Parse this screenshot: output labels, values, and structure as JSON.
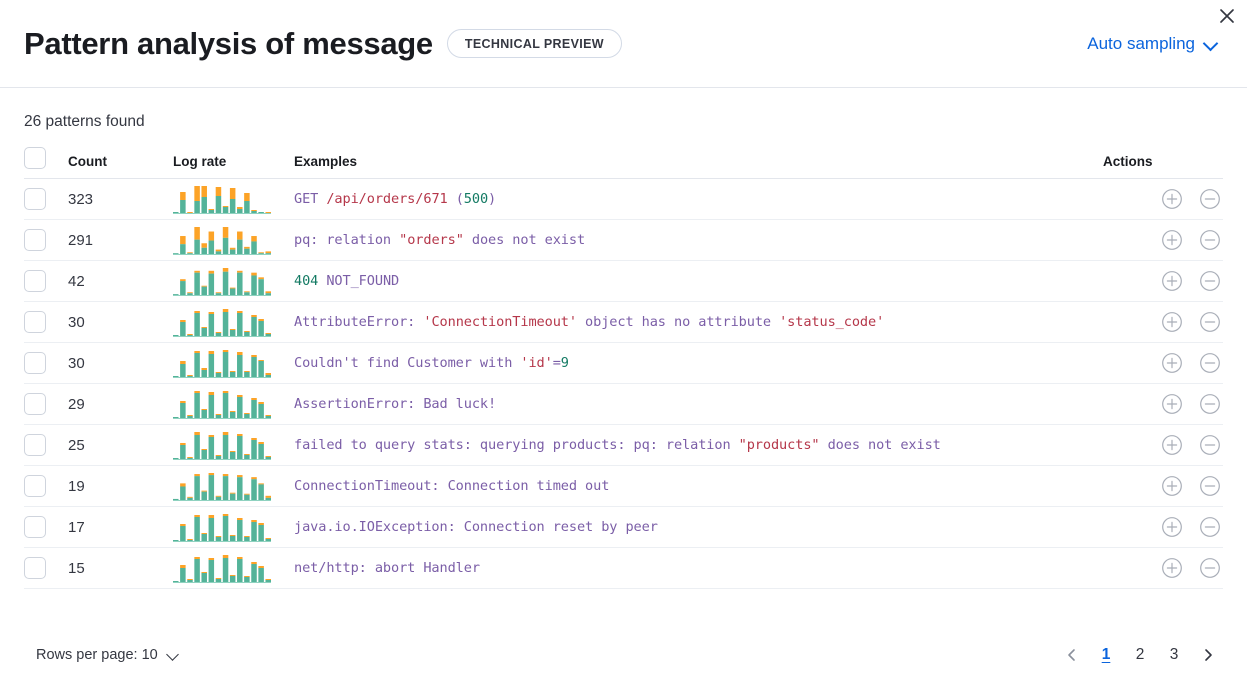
{
  "header": {
    "title": "Pattern analysis of message",
    "badge": "TECHNICAL PREVIEW",
    "sampling_label": "Auto sampling",
    "sampling_icon": "chevron-down-icon",
    "close_icon": "close-icon"
  },
  "summary": {
    "patterns_found": "26 patterns found"
  },
  "table": {
    "columns": {
      "select": "",
      "count": "Count",
      "log_rate": "Log rate",
      "examples": "Examples",
      "actions": "Actions"
    },
    "action_icons": {
      "add": "plus-circle-icon",
      "remove": "minus-circle-icon"
    },
    "rows": [
      {
        "count": "323",
        "example": "GET /api/orders/671 (500)",
        "tokens": [
          {
            "t": "GET ",
            "k": "base"
          },
          {
            "t": "/api/orders/671",
            "k": "str"
          },
          {
            "t": " (",
            "k": "base"
          },
          {
            "t": "500",
            "k": "num"
          },
          {
            "t": ")",
            "k": "base"
          }
        ],
        "spark": {
          "teal": [
            2,
            14,
            1,
            13,
            17,
            4,
            18,
            7,
            15,
            5,
            13,
            3,
            2,
            1
          ],
          "orange": [
            0,
            8,
            1,
            15,
            11,
            1,
            9,
            1,
            11,
            2,
            8,
            1,
            0,
            1
          ]
        }
      },
      {
        "count": "291",
        "example": "pq: relation \"orders\" does not exist",
        "tokens": [
          {
            "t": "pq: relation ",
            "k": "base"
          },
          {
            "t": "\"orders\"",
            "k": "str"
          },
          {
            "t": " does not exist",
            "k": "base"
          }
        ],
        "spark": {
          "teal": [
            2,
            12,
            2,
            17,
            8,
            16,
            4,
            19,
            6,
            17,
            7,
            15,
            2,
            2
          ],
          "orange": [
            0,
            9,
            1,
            14,
            5,
            10,
            2,
            12,
            2,
            9,
            2,
            6,
            1,
            2
          ]
        }
      },
      {
        "count": "42",
        "example": "404 NOT_FOUND",
        "tokens": [
          {
            "t": "404",
            "k": "num"
          },
          {
            "t": " NOT_FOUND",
            "k": "base"
          }
        ],
        "spark": {
          "teal": [
            2,
            16,
            3,
            25,
            10,
            24,
            3,
            26,
            8,
            25,
            4,
            22,
            18,
            3
          ],
          "orange": [
            0,
            2,
            1,
            2,
            1,
            3,
            1,
            4,
            1,
            2,
            1,
            3,
            2,
            2
          ]
        }
      },
      {
        "count": "30",
        "example": "AttributeError: 'ConnectionTimeout' object has no attribute 'status_code'",
        "tokens": [
          {
            "t": "AttributeError: ",
            "k": "base"
          },
          {
            "t": "'ConnectionTimeout'",
            "k": "str"
          },
          {
            "t": " object has no attribute ",
            "k": "base"
          },
          {
            "t": "'status_code'",
            "k": "str"
          }
        ],
        "spark": {
          "teal": [
            2,
            15,
            2,
            24,
            9,
            23,
            4,
            25,
            7,
            24,
            5,
            20,
            16,
            3
          ],
          "orange": [
            0,
            2,
            1,
            2,
            1,
            2,
            1,
            3,
            1,
            2,
            1,
            2,
            2,
            1
          ]
        }
      },
      {
        "count": "30",
        "example": "Couldn't find Customer with 'id'=9",
        "tokens": [
          {
            "t": "Couldn't find Customer with ",
            "k": "base"
          },
          {
            "t": "'id'",
            "k": "str"
          },
          {
            "t": "=",
            "k": "base"
          },
          {
            "t": "9",
            "k": "num"
          }
        ],
        "spark": {
          "teal": [
            2,
            14,
            2,
            25,
            8,
            24,
            5,
            26,
            6,
            23,
            6,
            21,
            17,
            3
          ],
          "orange": [
            0,
            3,
            1,
            2,
            2,
            3,
            1,
            2,
            1,
            3,
            1,
            2,
            1,
            2
          ]
        }
      },
      {
        "count": "29",
        "example": "AssertionError: Bad luck!",
        "tokens": [
          {
            "t": "AssertionError: Bad luck!",
            "k": "base"
          }
        ],
        "spark": {
          "teal": [
            2,
            16,
            3,
            26,
            9,
            24,
            4,
            26,
            7,
            22,
            5,
            19,
            15,
            3
          ],
          "orange": [
            0,
            2,
            1,
            2,
            1,
            3,
            1,
            2,
            1,
            2,
            1,
            2,
            2,
            1
          ]
        }
      },
      {
        "count": "25",
        "example": "failed to query stats: querying products: pq: relation \"products\" does not exist",
        "tokens": [
          {
            "t": "failed to query stats: querying products: pq: relation ",
            "k": "base"
          },
          {
            "t": "\"products\"",
            "k": "str"
          },
          {
            "t": " does not exist",
            "k": "base"
          }
        ],
        "spark": {
          "teal": [
            2,
            15,
            2,
            25,
            10,
            23,
            4,
            25,
            8,
            24,
            5,
            20,
            16,
            3
          ],
          "orange": [
            0,
            2,
            1,
            3,
            1,
            2,
            1,
            3,
            1,
            2,
            1,
            2,
            2,
            1
          ]
        }
      },
      {
        "count": "19",
        "example": "ConnectionTimeout: Connection timed out",
        "tokens": [
          {
            "t": "ConnectionTimeout: Connection timed out",
            "k": "base"
          }
        ],
        "spark": {
          "teal": [
            2,
            14,
            3,
            24,
            9,
            25,
            4,
            24,
            7,
            23,
            6,
            21,
            16,
            3
          ],
          "orange": [
            0,
            3,
            1,
            2,
            1,
            2,
            1,
            2,
            1,
            2,
            1,
            2,
            1,
            2
          ]
        }
      },
      {
        "count": "17",
        "example": "java.io.IOException: Connection reset by peer",
        "tokens": [
          {
            "t": "java.io.IOException: Connection reset by peer",
            "k": "base"
          }
        ],
        "spark": {
          "teal": [
            2,
            16,
            2,
            25,
            8,
            24,
            5,
            26,
            6,
            22,
            5,
            20,
            17,
            3
          ],
          "orange": [
            0,
            2,
            1,
            2,
            1,
            3,
            1,
            2,
            1,
            2,
            1,
            2,
            2,
            1
          ]
        }
      },
      {
        "count": "15",
        "example": "net/http: abort Handler",
        "tokens": [
          {
            "t": "net/http: abort Handler",
            "k": "base"
          }
        ],
        "spark": {
          "teal": [
            2,
            15,
            3,
            24,
            10,
            23,
            4,
            25,
            7,
            24,
            6,
            19,
            15,
            3
          ],
          "orange": [
            0,
            3,
            1,
            2,
            1,
            2,
            1,
            3,
            1,
            2,
            1,
            2,
            2,
            1
          ]
        }
      }
    ]
  },
  "footer": {
    "rows_per_page_label": "Rows per page: 10",
    "rows_per_page_icon": "chevron-down-icon",
    "prev_icon": "chevron-left-icon",
    "next_icon": "chevron-right-icon",
    "pages": [
      "1",
      "2",
      "3"
    ],
    "active_page": "1"
  },
  "colors": {
    "accent_link": "#0b64dd",
    "spark_teal": "#54b399",
    "spark_orange": "#fca327",
    "token_base": "#7b5ea7",
    "token_string": "#b5374a",
    "token_number": "#137a63"
  }
}
